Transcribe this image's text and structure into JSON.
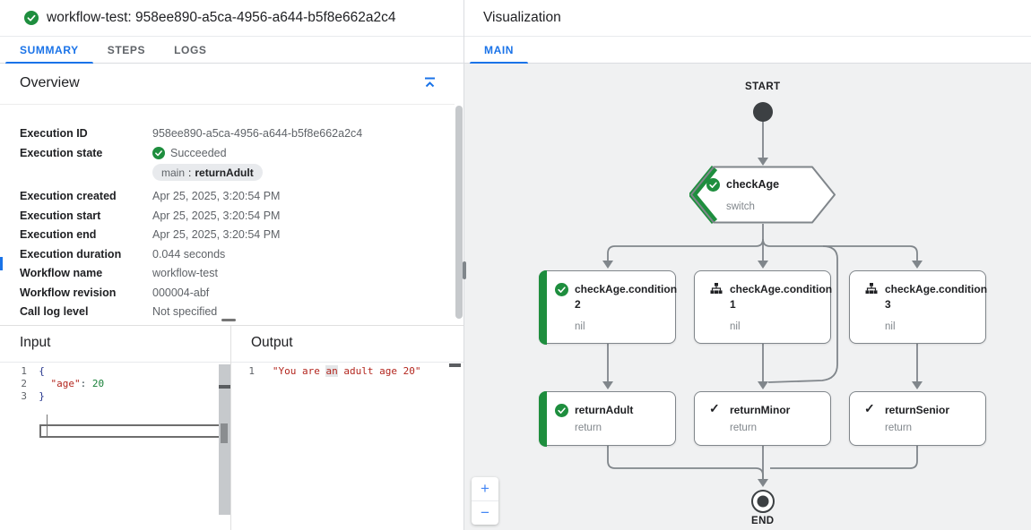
{
  "header": {
    "title": "workflow-test: 958ee890-a5ca-4956-a644-b5f8e662a2c4"
  },
  "tabs": {
    "summary": "SUMMARY",
    "steps": "STEPS",
    "logs": "LOGS",
    "active": "SUMMARY"
  },
  "overview": {
    "heading": "Overview",
    "fields": [
      {
        "label": "Execution ID",
        "value": "958ee890-a5ca-4956-a644-b5f8e662a2c4"
      },
      {
        "label": "Execution state",
        "value": "Succeeded"
      },
      {
        "label": "Execution created",
        "value": "Apr 25, 2025, 3:20:54 PM"
      },
      {
        "label": "Execution start",
        "value": "Apr 25, 2025, 3:20:54 PM"
      },
      {
        "label": "Execution end",
        "value": "Apr 25, 2025, 3:20:54 PM"
      },
      {
        "label": "Execution duration",
        "value": "0.044 seconds"
      },
      {
        "label": "Workflow name",
        "value": "workflow-test"
      },
      {
        "label": "Workflow revision",
        "value": "000004-abf"
      },
      {
        "label": "Call log level",
        "value": "Not specified"
      }
    ],
    "chip": {
      "scope": "main",
      "separator": ":",
      "step": "returnAdult"
    }
  },
  "input": {
    "heading": "Input",
    "lines": {
      "l1": {
        "num": "1",
        "text": "{"
      },
      "l2": {
        "num": "2",
        "indent": "  ",
        "key": "\"age\"",
        "punct": ": ",
        "value": "20"
      },
      "l3": {
        "num": "3",
        "text": "}"
      }
    }
  },
  "output": {
    "heading": "Output",
    "line": {
      "num": "1",
      "before": "\"You are ",
      "highlight": "an",
      "after": " adult age 20\""
    }
  },
  "viz": {
    "heading": "Visualization",
    "tab": "MAIN",
    "start_label": "START",
    "end_label": "END",
    "zoom_in": "+",
    "zoom_out": "−",
    "nodes": {
      "checkage": {
        "title": "checkAge",
        "subtitle": "switch"
      },
      "cond2": {
        "title": "checkAge.condition 2",
        "subtitle": "nil"
      },
      "cond1": {
        "title": "checkAge.condition 1",
        "subtitle": "nil"
      },
      "cond3": {
        "title": "checkAge.condition 3",
        "subtitle": "nil"
      },
      "adult": {
        "title": "returnAdult",
        "subtitle": "return"
      },
      "minor": {
        "title": "returnMinor",
        "subtitle": "return"
      },
      "senior": {
        "title": "returnSenior",
        "subtitle": "return"
      }
    }
  },
  "colors": {
    "accent_blue": "#1a73e8",
    "success_green": "#1e8e3e",
    "node_border": "#80868b",
    "start_node_fill": "#3c4043"
  }
}
